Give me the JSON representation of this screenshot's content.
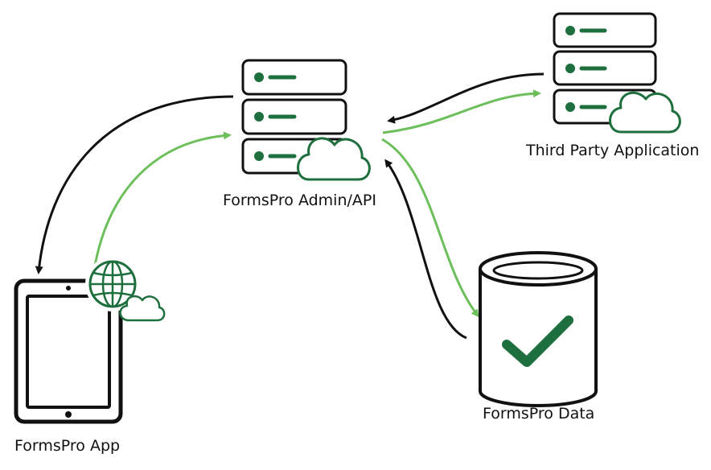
{
  "nodes": {
    "admin": {
      "label": "FormsPro Admin/API",
      "icon": "server-cloud-icon"
    },
    "third_party": {
      "label": "Third Party Application",
      "icon": "server-cloud-icon"
    },
    "data": {
      "label": "FormsPro Data",
      "icon": "database-check-icon"
    },
    "app": {
      "label": "FormsPro App",
      "icon": "tablet-globe-cloud-icon"
    }
  },
  "edges": [
    {
      "from": "admin",
      "to": "app",
      "color": "#111111"
    },
    {
      "from": "app",
      "to": "admin",
      "color": "#6cbf5a"
    },
    {
      "from": "third_party",
      "to": "admin",
      "color": "#111111"
    },
    {
      "from": "admin",
      "to": "third_party",
      "color": "#6cbf5a"
    },
    {
      "from": "admin",
      "to": "data",
      "color": "#6cbf5a"
    },
    {
      "from": "data",
      "to": "admin",
      "color": "#111111"
    }
  ],
  "colors": {
    "accent": "#1e6f3e",
    "arrow_green": "#6cbf5a",
    "arrow_black": "#111111",
    "outline": "#111111"
  }
}
